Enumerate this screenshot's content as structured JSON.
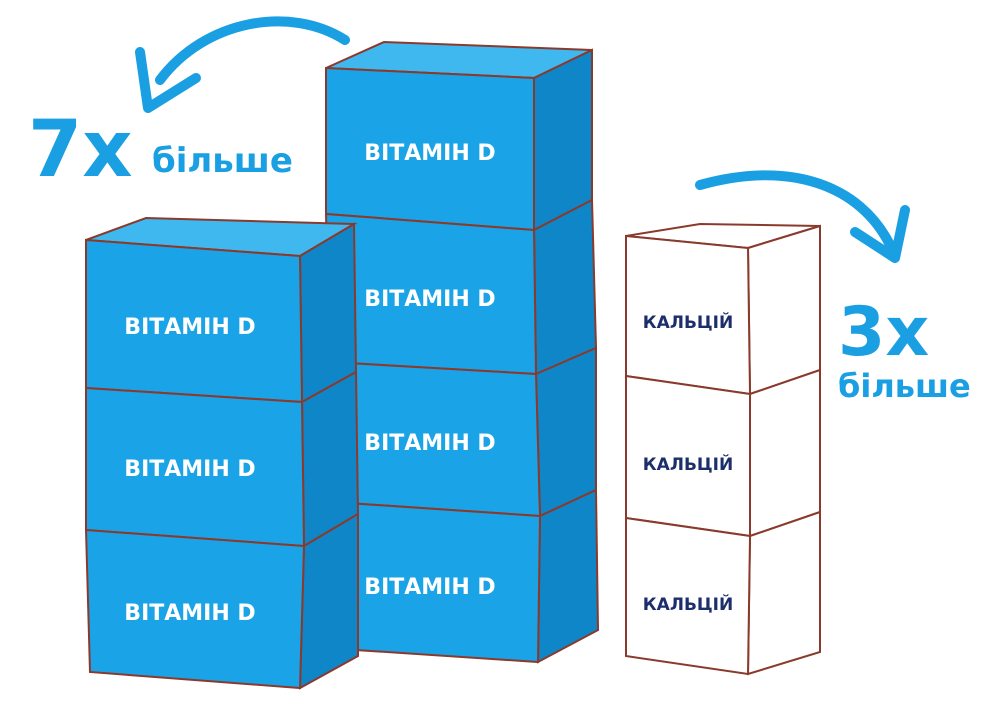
{
  "left_callout": {
    "multiplier": "7x",
    "word": "більше"
  },
  "right_callout": {
    "multiplier": "3x",
    "word": "більше"
  },
  "box_label_vitamin": "ВІТАМІН D",
  "box_label_calcium": "КАЛЬЦІЙ",
  "colors": {
    "vitamin_front": "#1aa3e6",
    "vitamin_top": "#3fb8ef",
    "vitamin_side": "#0f86c8",
    "outline": "#8a3a2c",
    "calcium_fill": "#ffffff",
    "calcium_text": "#1c2e6b",
    "accent_blue": "#1a9fe3"
  }
}
